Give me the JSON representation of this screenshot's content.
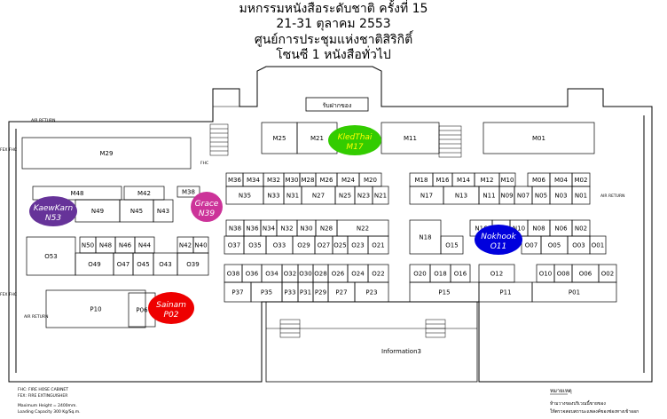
{
  "header": {
    "line1": "มหกรรมหนังสือระดับชาติ ครั้งที่ 15",
    "line2": "21-31  ตุลาคม  2553",
    "line3": "ศูนย์การประชุมแห่งชาติสิริกิติ์",
    "line4": "โซนซี 1  หนังสือทั่วไป"
  },
  "labels": {
    "entrance": "รับฝากของ",
    "information": "Information3",
    "air_return": "AIR RETURN",
    "fhc": "FHC",
    "fex_fhc": "FEX FHC",
    "legend_title": "หมายเหตุ",
    "legend_line1": "ห้ามวางของบริเวณนี้ขายของ",
    "legend_line2": "ให้ตรวจสอบสถานะแพลงค์ของช่องทางเข้าออก",
    "notes": [
      "FHC: FIRE HOSE CABINET",
      "FEX: FIRE EXTINGUISHER",
      "Maximum Height = 2400mm.",
      "Loading Capacity 300 Kg/Sq.m."
    ]
  },
  "highlights": [
    {
      "name": "KledThai",
      "code": "M17",
      "color": "#33cc00",
      "text_color": "#ffff00"
    },
    {
      "name": "KaewKarn",
      "code": "N53",
      "color": "#663399",
      "text_color": "#ffffff"
    },
    {
      "name": "Grace",
      "code": "N39",
      "color": "#cc3399",
      "text_color": "#ffffff"
    },
    {
      "name": "Nokhook",
      "code": "O11",
      "color": "#0000dd",
      "text_color": "#ffffff"
    },
    {
      "name": "Sainam",
      "code": "P02",
      "color": "#ee0000",
      "text_color": "#ffffff"
    }
  ],
  "booths": [
    "M01",
    "M02",
    "M04",
    "M06",
    "M10",
    "M11",
    "M12",
    "M14",
    "M16",
    "M18",
    "M20",
    "M21",
    "M24",
    "M25",
    "M26",
    "M28",
    "M29",
    "M30",
    "M32",
    "M34",
    "M36",
    "M38",
    "M42",
    "M48",
    "N01",
    "N02",
    "N03",
    "N05",
    "N06",
    "N07",
    "N08",
    "N09",
    "N10",
    "N11",
    "N13",
    "N14",
    "N16",
    "N17",
    "N18",
    "N21",
    "N22",
    "N23",
    "N25",
    "N27",
    "N28",
    "N30",
    "N31",
    "N32",
    "N33",
    "N34",
    "N35",
    "N36",
    "N38",
    "N40",
    "N42",
    "N43",
    "N44",
    "N45",
    "N46",
    "N48",
    "N49",
    "N50",
    "O01",
    "O02",
    "O03",
    "O05",
    "O06",
    "O07",
    "O08",
    "O10",
    "O12",
    "O15",
    "O16",
    "O18",
    "O20",
    "O21",
    "O22",
    "O23",
    "O24",
    "O25",
    "O26",
    "O27",
    "O28",
    "O29",
    "O30",
    "O32",
    "O33",
    "O34",
    "O35",
    "O36",
    "O37",
    "O38",
    "O39",
    "O43",
    "O45",
    "O47",
    "O49",
    "O53",
    "P01",
    "P06",
    "P10",
    "P11",
    "P15",
    "P23",
    "P27",
    "P29",
    "P31",
    "P33",
    "P35",
    "P37"
  ]
}
